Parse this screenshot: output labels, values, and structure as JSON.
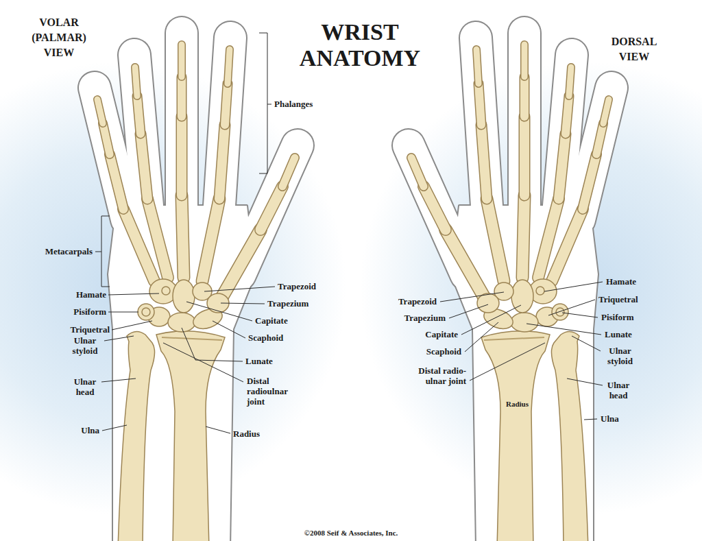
{
  "diagram": {
    "title": "WRIST ANATOMY",
    "labels": [
      "VOLAR (PALMAR) VIEW",
      "Phalanges",
      "Metacarpals",
      "Hamate",
      "Pisiform",
      "Triquetral",
      "Ulnar styloid",
      "Ulnar head",
      "Ulna",
      "Trapezoid",
      "Trapezium",
      "Capitate",
      "Scaphoid",
      "Lunate",
      "Distal radioulnar joint",
      "Radius",
      "DORSAL VIEW",
      "Trapezoid",
      "Trapezium",
      "Capitate",
      "Scaphoid",
      "Distal radio-ulnar joint",
      "Radius",
      "Hamate",
      "Triquetral",
      "Pisiform",
      "Lunate",
      "Ulnar styloid",
      "Ulnar head",
      "Ulna",
      "©2008 Seif & Associates, Inc."
    ]
  }
}
